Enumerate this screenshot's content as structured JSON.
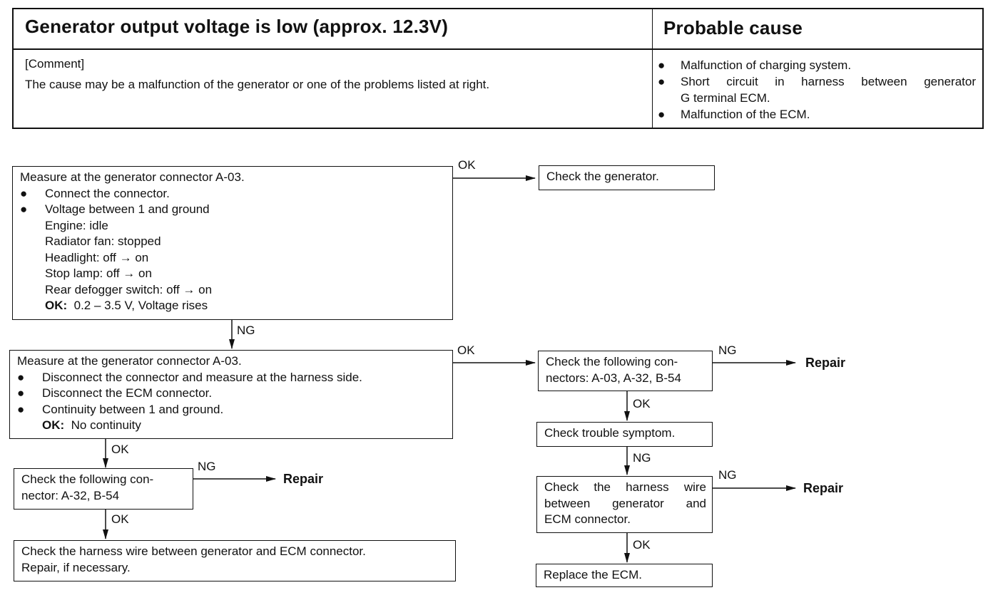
{
  "header": {
    "title": "Generator output voltage is low (approx. 12.3V)",
    "probable_cause_title": "Probable cause",
    "comment_label": "[Comment]",
    "comment_text": "The cause may be a malfunction of the generator or one of the problems listed at right.",
    "causes": [
      {
        "line1": "Malfunction of charging system.",
        "line2": ""
      },
      {
        "line1": "Short circuit in harness between generator",
        "line2": "G terminal ECM."
      },
      {
        "line1": "Malfunction of the ECM.",
        "line2": ""
      }
    ]
  },
  "bullet": "●",
  "flow": {
    "step1": {
      "title": "Measure at the generator connector A-03.",
      "bullets": [
        "Connect the connector.",
        "Voltage between 1 and ground"
      ],
      "conditions": [
        "Engine: idle",
        "Radiator fan: stopped",
        "Headlight: off → on",
        "Stop lamp: off → on",
        "Rear defogger switch: off → on"
      ],
      "ok_label": "OK:",
      "ok_value": "0.2 – 3.5 V, Voltage rises"
    },
    "step1_ok_result": "Check the generator.",
    "step2": {
      "title": "Measure at the generator connector A-03.",
      "bullets": [
        "Disconnect the connector and measure at the harness side.",
        "Disconnect the ECM connector.",
        "Continuity between 1 and ground."
      ],
      "ok_label": "OK:",
      "ok_value": "No continuity"
    },
    "step3": {
      "line1a": "Check the following con-",
      "line2": "nector: A-32, B-54"
    },
    "step4": {
      "line1": "Check the harness wire between generator and ECM connector.",
      "line2": "Repair, if necessary."
    },
    "right1": {
      "line1": "Check the following con-",
      "line2": "nectors: A-03, A-32, B-54"
    },
    "right2": "Check trouble symptom.",
    "right3": {
      "line1": [
        "Check",
        "the",
        "harness",
        "wire"
      ],
      "line2": [
        "between",
        "generator",
        "and"
      ],
      "line3": "ECM connector."
    },
    "right4": "Replace the ECM.",
    "repair": "Repair",
    "labels": {
      "ok": "OK",
      "ng": "NG"
    }
  }
}
